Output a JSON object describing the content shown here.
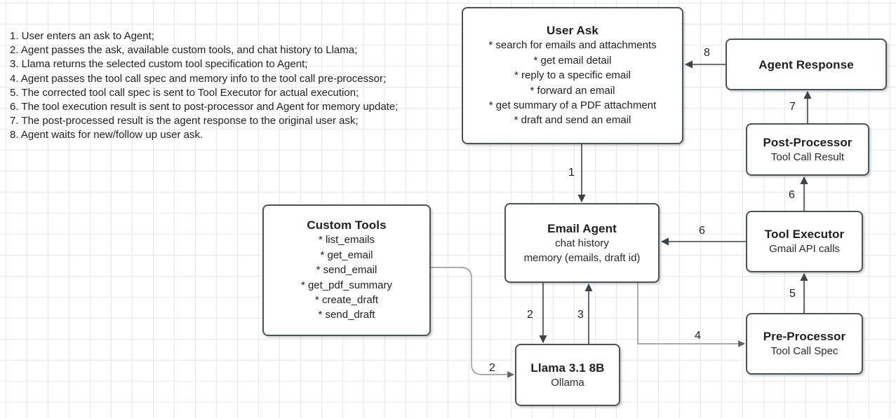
{
  "legend": {
    "steps": [
      "1. User enters an ask to Agent;",
      "2. Agent passes the ask, available custom tools, and chat history to Llama;",
      "3. Llama returns the selected custom tool specification to Agent;",
      "4. Agent passes the tool call spec and memory info to the tool call pre-processor;",
      "5. The corrected tool call spec is sent to Tool Executor for actual execution;",
      "6. The tool execution result is sent to post-processor and Agent for memory update;",
      "7. The post-processed result is the agent response to the original user ask;",
      "8. Agent waits for new/follow up user ask."
    ]
  },
  "nodes": {
    "user_ask": {
      "title": "User Ask",
      "items": [
        "* search for emails and attachments",
        "* get email detail",
        "* reply to a specific email",
        "* forward an email",
        "* get summary of a PDF attachment",
        "* draft and send an email"
      ]
    },
    "agent_response": {
      "title": "Agent Response",
      "subtitle": ""
    },
    "post_processor": {
      "title": "Post-Processor",
      "subtitle": "Tool Call Result"
    },
    "custom_tools": {
      "title": "Custom Tools",
      "items": [
        "* list_emails",
        "* get_email",
        "* send_email",
        "* get_pdf_summary",
        "* create_draft",
        "* send_draft"
      ]
    },
    "email_agent": {
      "title": "Email Agent",
      "subtitle1": "chat history",
      "subtitle2": "memory (emails, draft id)"
    },
    "tool_executor": {
      "title": "Tool Executor",
      "subtitle": "Gmail API calls"
    },
    "pre_processor": {
      "title": "Pre-Processor",
      "subtitle": "Tool Call Spec"
    },
    "llama": {
      "title": "Llama 3.1 8B",
      "subtitle": "Ollama"
    }
  },
  "edges": [
    {
      "id": "user-ask-to-email-agent",
      "label": "1"
    },
    {
      "id": "email-agent-to-llama",
      "label": "2"
    },
    {
      "id": "custom-tools-to-llama",
      "label": "2"
    },
    {
      "id": "llama-to-email-agent",
      "label": "3"
    },
    {
      "id": "email-agent-to-pre-processor",
      "label": "4"
    },
    {
      "id": "pre-processor-to-tool-executor",
      "label": "5"
    },
    {
      "id": "tool-executor-to-email-agent",
      "label": "6"
    },
    {
      "id": "tool-executor-to-post-processor",
      "label": "6"
    },
    {
      "id": "post-processor-to-agent-response",
      "label": "7"
    },
    {
      "id": "agent-response-to-user-ask",
      "label": "8"
    }
  ],
  "colors": {
    "node_border": "#4a535c",
    "edge_dark": "#3c434b",
    "edge_light": "#8d9196",
    "grid_minor": "#eaeaea",
    "grid_major": "#d8d8d8",
    "text": "#1d1f21"
  }
}
